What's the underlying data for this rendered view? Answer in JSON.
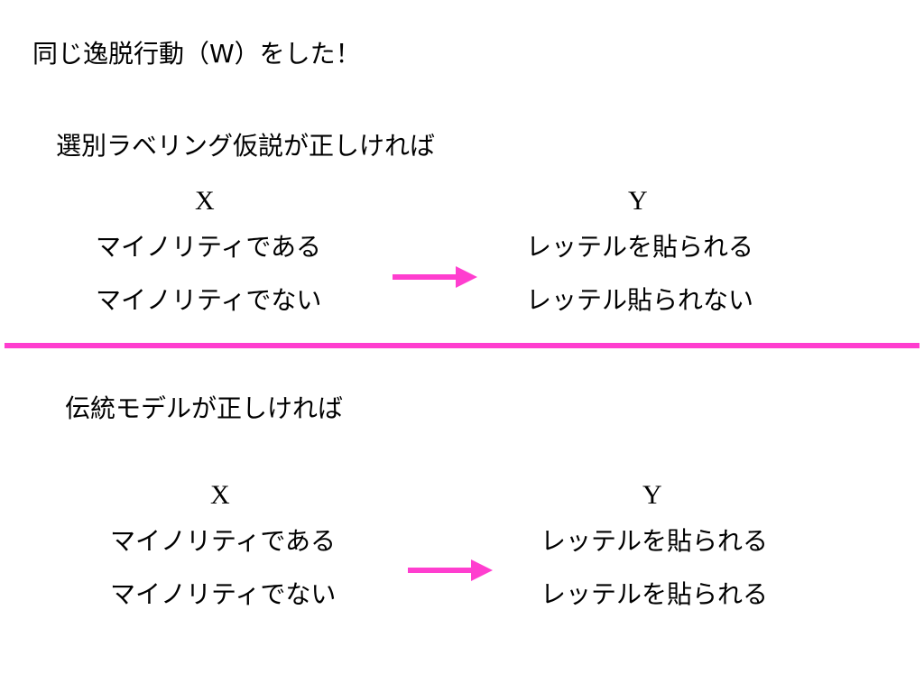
{
  "title": "同じ逸脱行動（W）をした！",
  "colors": {
    "accent": "#ff3ecf",
    "text": "#000000",
    "background": "#ffffff"
  },
  "section1": {
    "heading": "選別ラベリング仮説が正しければ",
    "x_label": "X",
    "y_label": "Y",
    "x_items": [
      "マイノリティである",
      "マイノリティでない"
    ],
    "y_items": [
      "レッテルを貼られる",
      "レッテル貼られない"
    ],
    "arrow_icon": "right-arrow-icon"
  },
  "section2": {
    "heading": "伝統モデルが正しければ",
    "x_label": "X",
    "y_label": "Y",
    "x_items": [
      "マイノリティである",
      "マイノリティでない"
    ],
    "y_items": [
      "レッテルを貼られる",
      "レッテルを貼られる"
    ],
    "arrow_icon": "right-arrow-icon"
  }
}
